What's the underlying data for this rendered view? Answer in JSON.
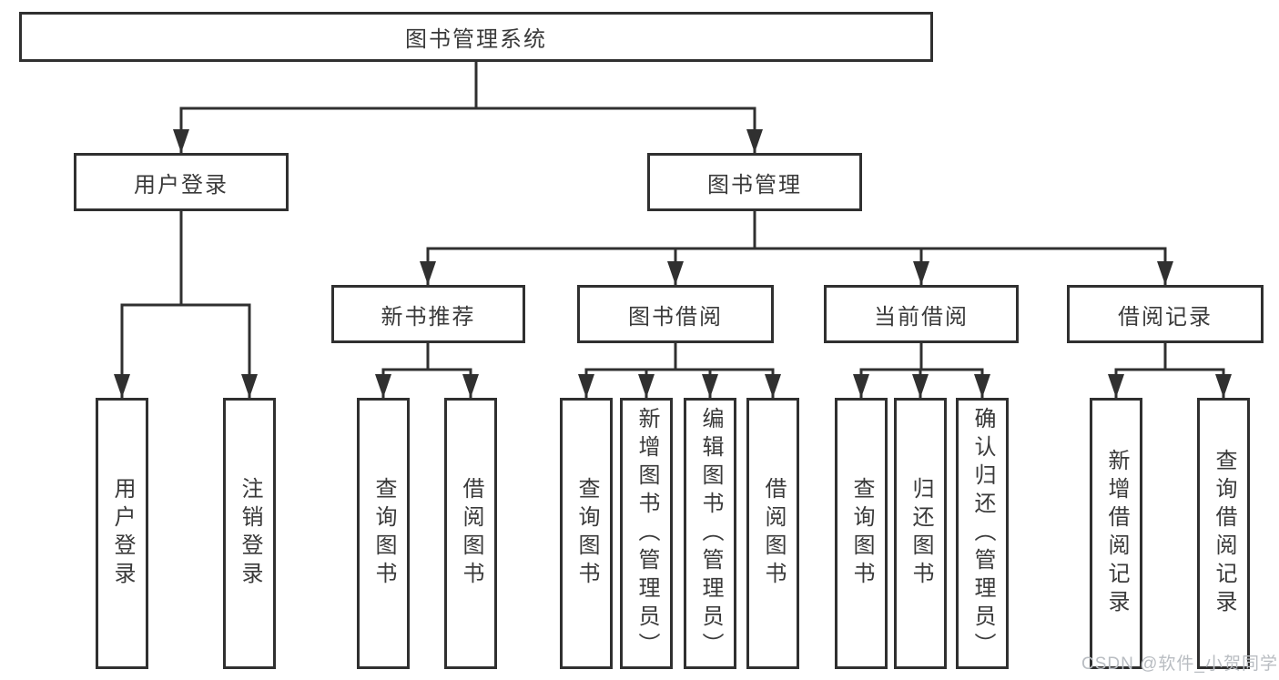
{
  "tree": {
    "root": {
      "label": "图书管理系统"
    },
    "branches": [
      {
        "label": "用户登录",
        "children": [
          {
            "label": "用户登录"
          },
          {
            "label": "注销登录"
          }
        ]
      },
      {
        "label": "图书管理",
        "children": [
          {
            "label": "新书推荐",
            "children": [
              {
                "label": "查询图书"
              },
              {
                "label": "借阅图书"
              }
            ]
          },
          {
            "label": "图书借阅",
            "children": [
              {
                "label": "查询图书"
              },
              {
                "label": "新增图书（管理员）"
              },
              {
                "label": "编辑图书（管理员）"
              },
              {
                "label": "借阅图书"
              }
            ]
          },
          {
            "label": "当前借阅",
            "children": [
              {
                "label": "查询图书"
              },
              {
                "label": "归还图书"
              },
              {
                "label": "确认归还（管理员）"
              }
            ]
          },
          {
            "label": "借阅记录",
            "children": [
              {
                "label": "新增借阅记录"
              },
              {
                "label": "查询借阅记录"
              }
            ]
          }
        ]
      }
    ]
  },
  "watermark": "CSDN @软件_小贺同学",
  "colors": {
    "line": "#303030",
    "box_border": "#303030",
    "text": "#3a3a3a",
    "background": "#ffffff",
    "watermark": "#b9bdc2"
  }
}
